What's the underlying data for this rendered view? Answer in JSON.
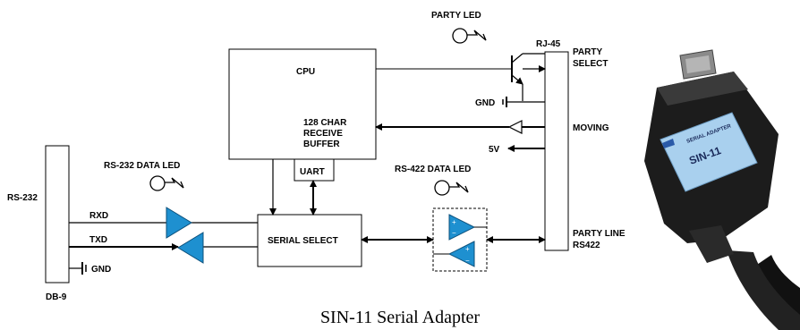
{
  "diagram": {
    "labels": {
      "party_led": "PARTY LED",
      "rj45": "RJ-45",
      "party_select": [
        "PARTY",
        "SELECT"
      ],
      "cpu": "CPU",
      "buffer": [
        "128 CHAR",
        "RECEIVE",
        "BUFFER"
      ],
      "gnd_cpu": "GND",
      "moving": "MOVING",
      "five_v": "5V",
      "uart": "UART",
      "rs232_led": "RS-232 DATA LED",
      "rs422_led": "RS-422 DATA LED",
      "rs232": "RS-232",
      "rxd": "RXD",
      "txd": "TXD",
      "serial_select": "SERIAL SELECT",
      "party_line": [
        "PARTY LINE",
        "RS422"
      ],
      "gnd_db9": "GND",
      "db9": "DB-9"
    },
    "device": {
      "label_lines": [
        "SERIAL ADAPTER",
        "SIN-11"
      ]
    },
    "caption": "SIN-11 Serial Adapter"
  },
  "colors": {
    "buffer_fill": "#1e90d0",
    "line": "#000000",
    "device_body": "#1c1c1c",
    "device_label": "#a9d0ee"
  }
}
